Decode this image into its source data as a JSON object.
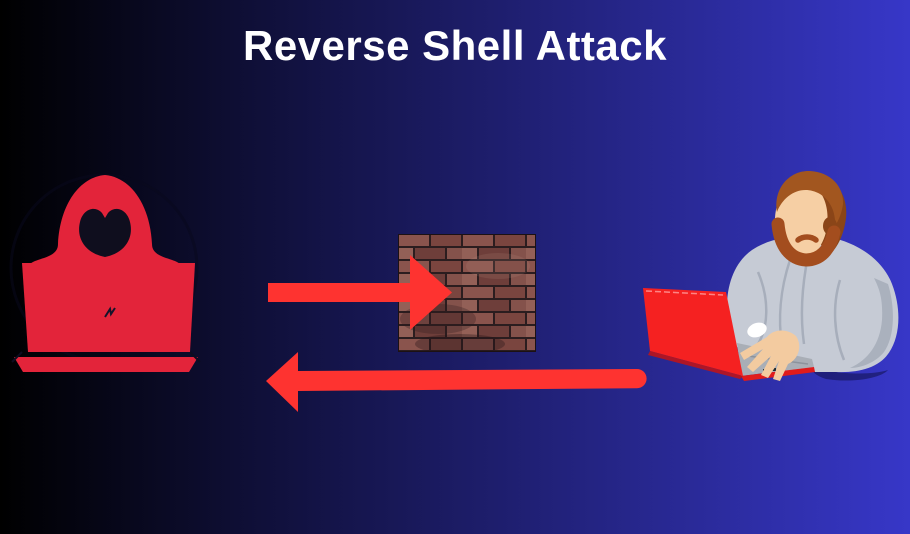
{
  "title": "Reverse Shell Attack",
  "entities": {
    "attacker": "hooded-hacker-at-laptop-icon",
    "firewall": "brick-wall",
    "victim": "man-typing-on-red-laptop"
  },
  "arrows": {
    "attack": {
      "direction": "left-to-right",
      "note_icon": "arrow-into-brick-wall"
    },
    "reverse_shell": {
      "direction": "right-to-left",
      "note_icon": "arrow-back-to-attacker"
    }
  },
  "colors": {
    "background_left": "#000000",
    "background_right": "#3737c8",
    "title_text": "#ffffff",
    "icon_red": "#e3243a",
    "arrow_red": "#fe3330",
    "laptop_red": "#f52121",
    "laptop_red_dark": "#d01414",
    "deck_gray": "#a9aeb6",
    "skin": "#f6cfa4",
    "hair_brown": "#a2561f",
    "hair_dark": "#8a4518",
    "beard_brown": "#a34d1e",
    "shirt_gray": "#c6cbd5",
    "shirt_shade": "#aab1bd",
    "brick_mortar": "#2b1d1f",
    "brick_palette": [
      "#8a544d",
      "#7a453f",
      "#936057",
      "#6e3e3a",
      "#84524b"
    ]
  }
}
